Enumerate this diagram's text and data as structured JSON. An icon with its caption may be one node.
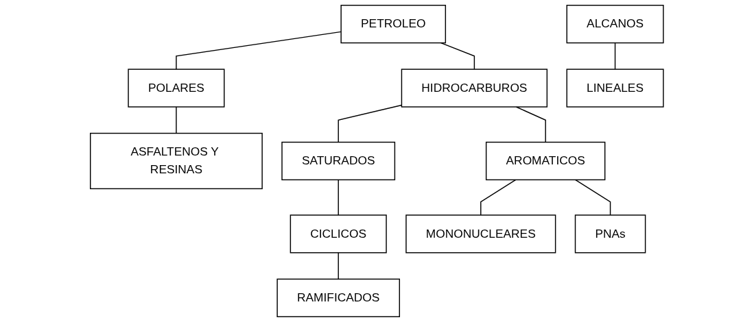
{
  "diagram": {
    "nodes": [
      {
        "text": [
          "PETROLEO"
        ]
      },
      {
        "text": [
          "POLARES"
        ]
      },
      {
        "text": [
          "HIDROCARBUROS"
        ]
      },
      {
        "text": [
          "ASFALTENOS Y RESINAS"
        ]
      },
      {
        "text": [
          "SATURADOS"
        ]
      },
      {
        "text": [
          "AROMATICOS"
        ]
      },
      {
        "text": [
          "ALCANOS"
        ]
      },
      {
        "text": [
          "CICLICOS"
        ]
      },
      {
        "text": [
          "MONONUCLEARES"
        ]
      },
      {
        "text": [
          "PNAs"
        ]
      },
      {
        "text": [
          "LINEALES"
        ]
      },
      {
        "text": [
          "RAMIFICADOS"
        ]
      }
    ],
    "edges": [
      {
        "from": 0,
        "to": 1,
        "arrow": "none"
      },
      {
        "from": 0,
        "to": 2,
        "arrow": "none"
      },
      {
        "from": 1,
        "to": 3,
        "arrow": "none"
      },
      {
        "from": 2,
        "to": 4,
        "arrow": "none"
      },
      {
        "from": 2,
        "to": 5,
        "arrow": "none"
      },
      {
        "from": 4,
        "to": 7,
        "arrow": "none"
      },
      {
        "from": 5,
        "to": 8,
        "arrow": "none"
      },
      {
        "from": 5,
        "to": 9,
        "arrow": "none"
      },
      {
        "from": 6,
        "to": 10,
        "arrow": "none"
      },
      {
        "from": 7,
        "to": 11,
        "arrow": "none"
      }
    ]
  }
}
